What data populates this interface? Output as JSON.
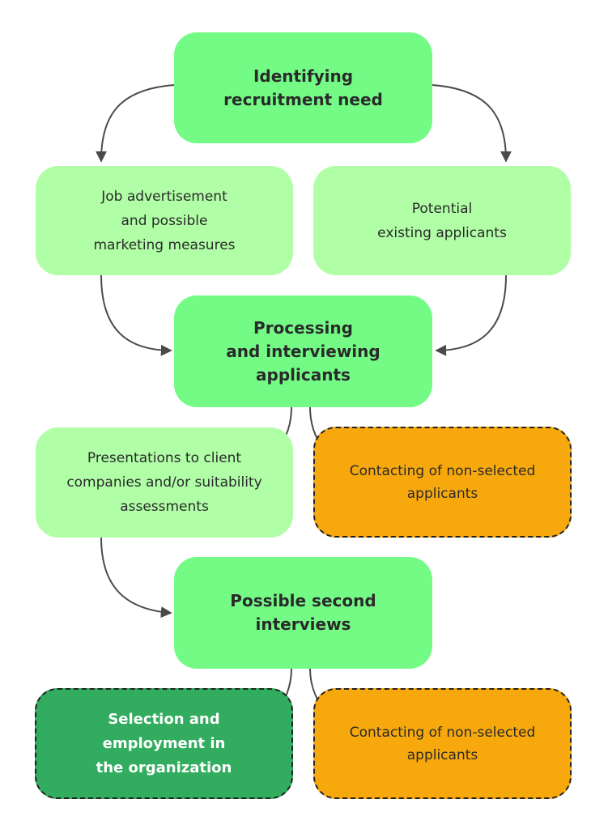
{
  "nodes": {
    "need": "Identifying\nrecruitment need",
    "advert": "Job advertisement\nand possible\nmarketing measures",
    "existing": "Potential\nexisting applicants",
    "processing": "Processing\nand interviewing\napplicants",
    "presentations": "Presentations to client\ncompanies and/or suitability\nassessments",
    "non_selected_1": "Contacting of non-selected\napplicants",
    "second": "Possible second\ninterviews",
    "selection": "Selection and\nemployment in\nthe organization",
    "non_selected_2": "Contacting of non-selected\napplicants"
  },
  "colors": {
    "primary": "#73fb86",
    "secondary": "#b0fea6",
    "reject": "#f7a80d",
    "success": "#32ac5e",
    "arrow": "#4a4a4a"
  }
}
